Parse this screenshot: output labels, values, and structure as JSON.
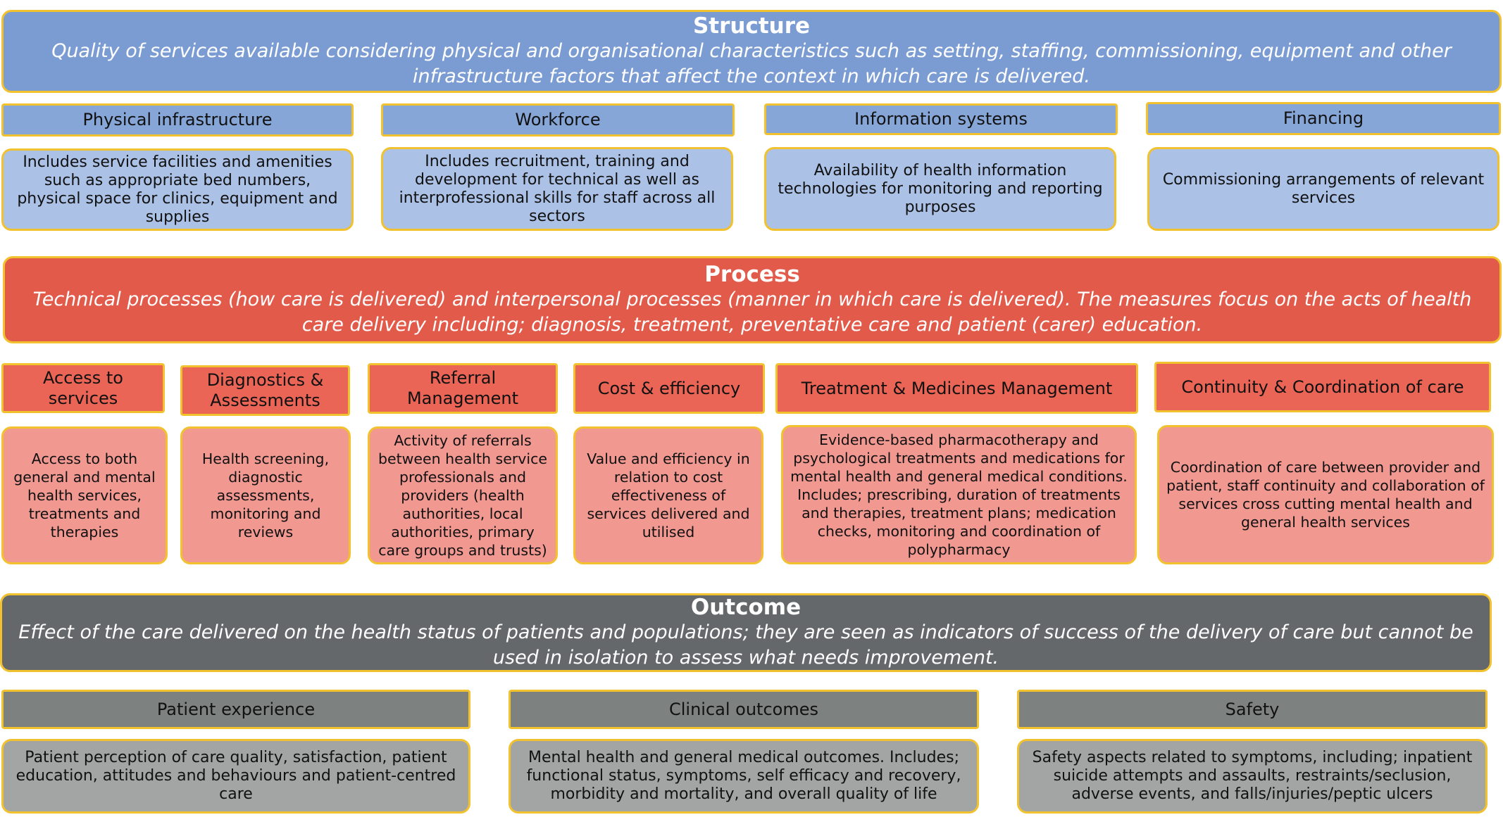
{
  "structure": {
    "title": "Structure",
    "description": "Quality of services available considering physical and organisational characteristics such as setting, staffing, commissioning, equipment and other infrastructure factors that affect the context in which care is delivered.",
    "categories": [
      {
        "label": "Physical infrastructure",
        "description": "Includes service facilities and amenities such as appropriate bed numbers, physical space for clinics, equipment and supplies"
      },
      {
        "label": "Workforce",
        "description": "Includes recruitment, training and development for technical as well as interprofessional skills for staff across all sectors"
      },
      {
        "label": "Information systems",
        "description": "Availability of health information technologies for monitoring and reporting purposes"
      },
      {
        "label": "Financing",
        "description": "Commissioning arrangements of relevant services"
      }
    ]
  },
  "process": {
    "title": "Process",
    "description": "Technical processes (how care is delivered) and interpersonal processes (manner in which care is delivered).  The measures focus on the acts of health care delivery including; diagnosis, treatment, preventative care and patient (carer) education.",
    "categories": [
      {
        "label": "Access to services",
        "description": "Access to both general and mental health services, treatments and therapies"
      },
      {
        "label": "Diagnostics & Assessments",
        "description": "Health screening, diagnostic assessments, monitoring and reviews"
      },
      {
        "label": "Referral Management",
        "description": "Activity of referrals between health service professionals and providers (health authorities, local authorities, primary care groups and trusts)"
      },
      {
        "label": "Cost & efficiency",
        "description": "Value and efficiency in relation to cost effectiveness of services delivered and utilised"
      },
      {
        "label": "Treatment & Medicines Management",
        "description": "Evidence-based pharmacotherapy and psychological treatments and medications for mental health and general medical conditions. Includes; prescribing, duration of treatments and therapies, treatment plans; medication checks, monitoring and coordination of polypharmacy"
      },
      {
        "label": "Continuity & Coordination of care",
        "description": "Coordination of care between provider and patient, staff continuity and collaboration of services cross cutting mental health and general health services"
      }
    ]
  },
  "outcome": {
    "title": "Outcome",
    "description": "Effect of the care delivered on the health status of patients and populations; they are seen as indicators of success of the delivery of care but cannot be used in isolation to assess what needs improvement.",
    "categories": [
      {
        "label": "Patient experience",
        "description": "Patient perception of care quality, satisfaction, patient education, attitudes and behaviours and patient-centred care"
      },
      {
        "label": "Clinical outcomes",
        "description": "Mental health and general medical outcomes.  Includes; functional status, symptoms, self efficacy and recovery, morbidity and mortality, and overall quality of life"
      },
      {
        "label": "Safety",
        "description": "Safety aspects related to symptoms, including; inpatient suicide attempts and assaults, restraints/seclusion, adverse events, and falls/injuries/peptic ulcers"
      }
    ]
  },
  "colors": {
    "structure": "#7b9cd3",
    "process": "#e25a4a",
    "outcome": "#64686a",
    "border": "#f2c12e"
  }
}
